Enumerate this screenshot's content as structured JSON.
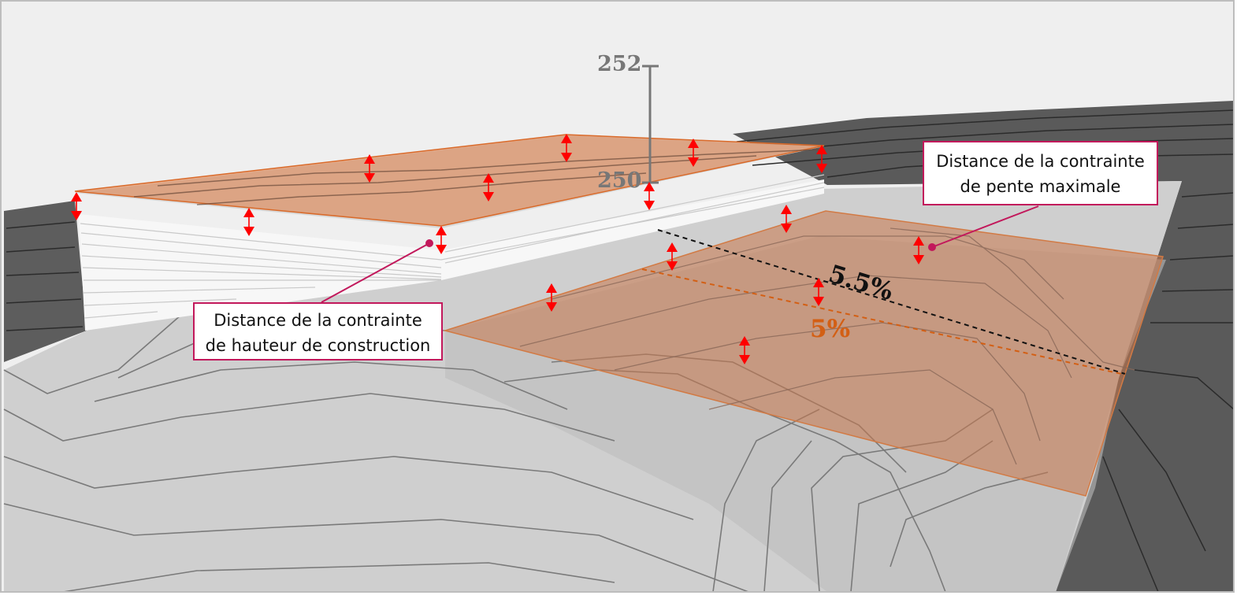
{
  "elevation": {
    "top_label": "252",
    "bottom_label": "250"
  },
  "callouts": {
    "height_constraint": {
      "line1": "Distance de la contrainte",
      "line2": "de hauteur de construction"
    },
    "slope_constraint": {
      "line1": "Distance de la contrainte",
      "line2": "de pente maximale"
    }
  },
  "slopes": {
    "max_label": "5.5%",
    "design_label": "5%"
  },
  "colors": {
    "constraint_fill": "#e07a40",
    "arrow": "#ff0000",
    "callout_border": "#c2185b",
    "max_slope_line": "#111111",
    "design_slope_line": "#d35f14",
    "elevation_bar": "#777777"
  },
  "icons": [
    "double-arrow-icon"
  ]
}
